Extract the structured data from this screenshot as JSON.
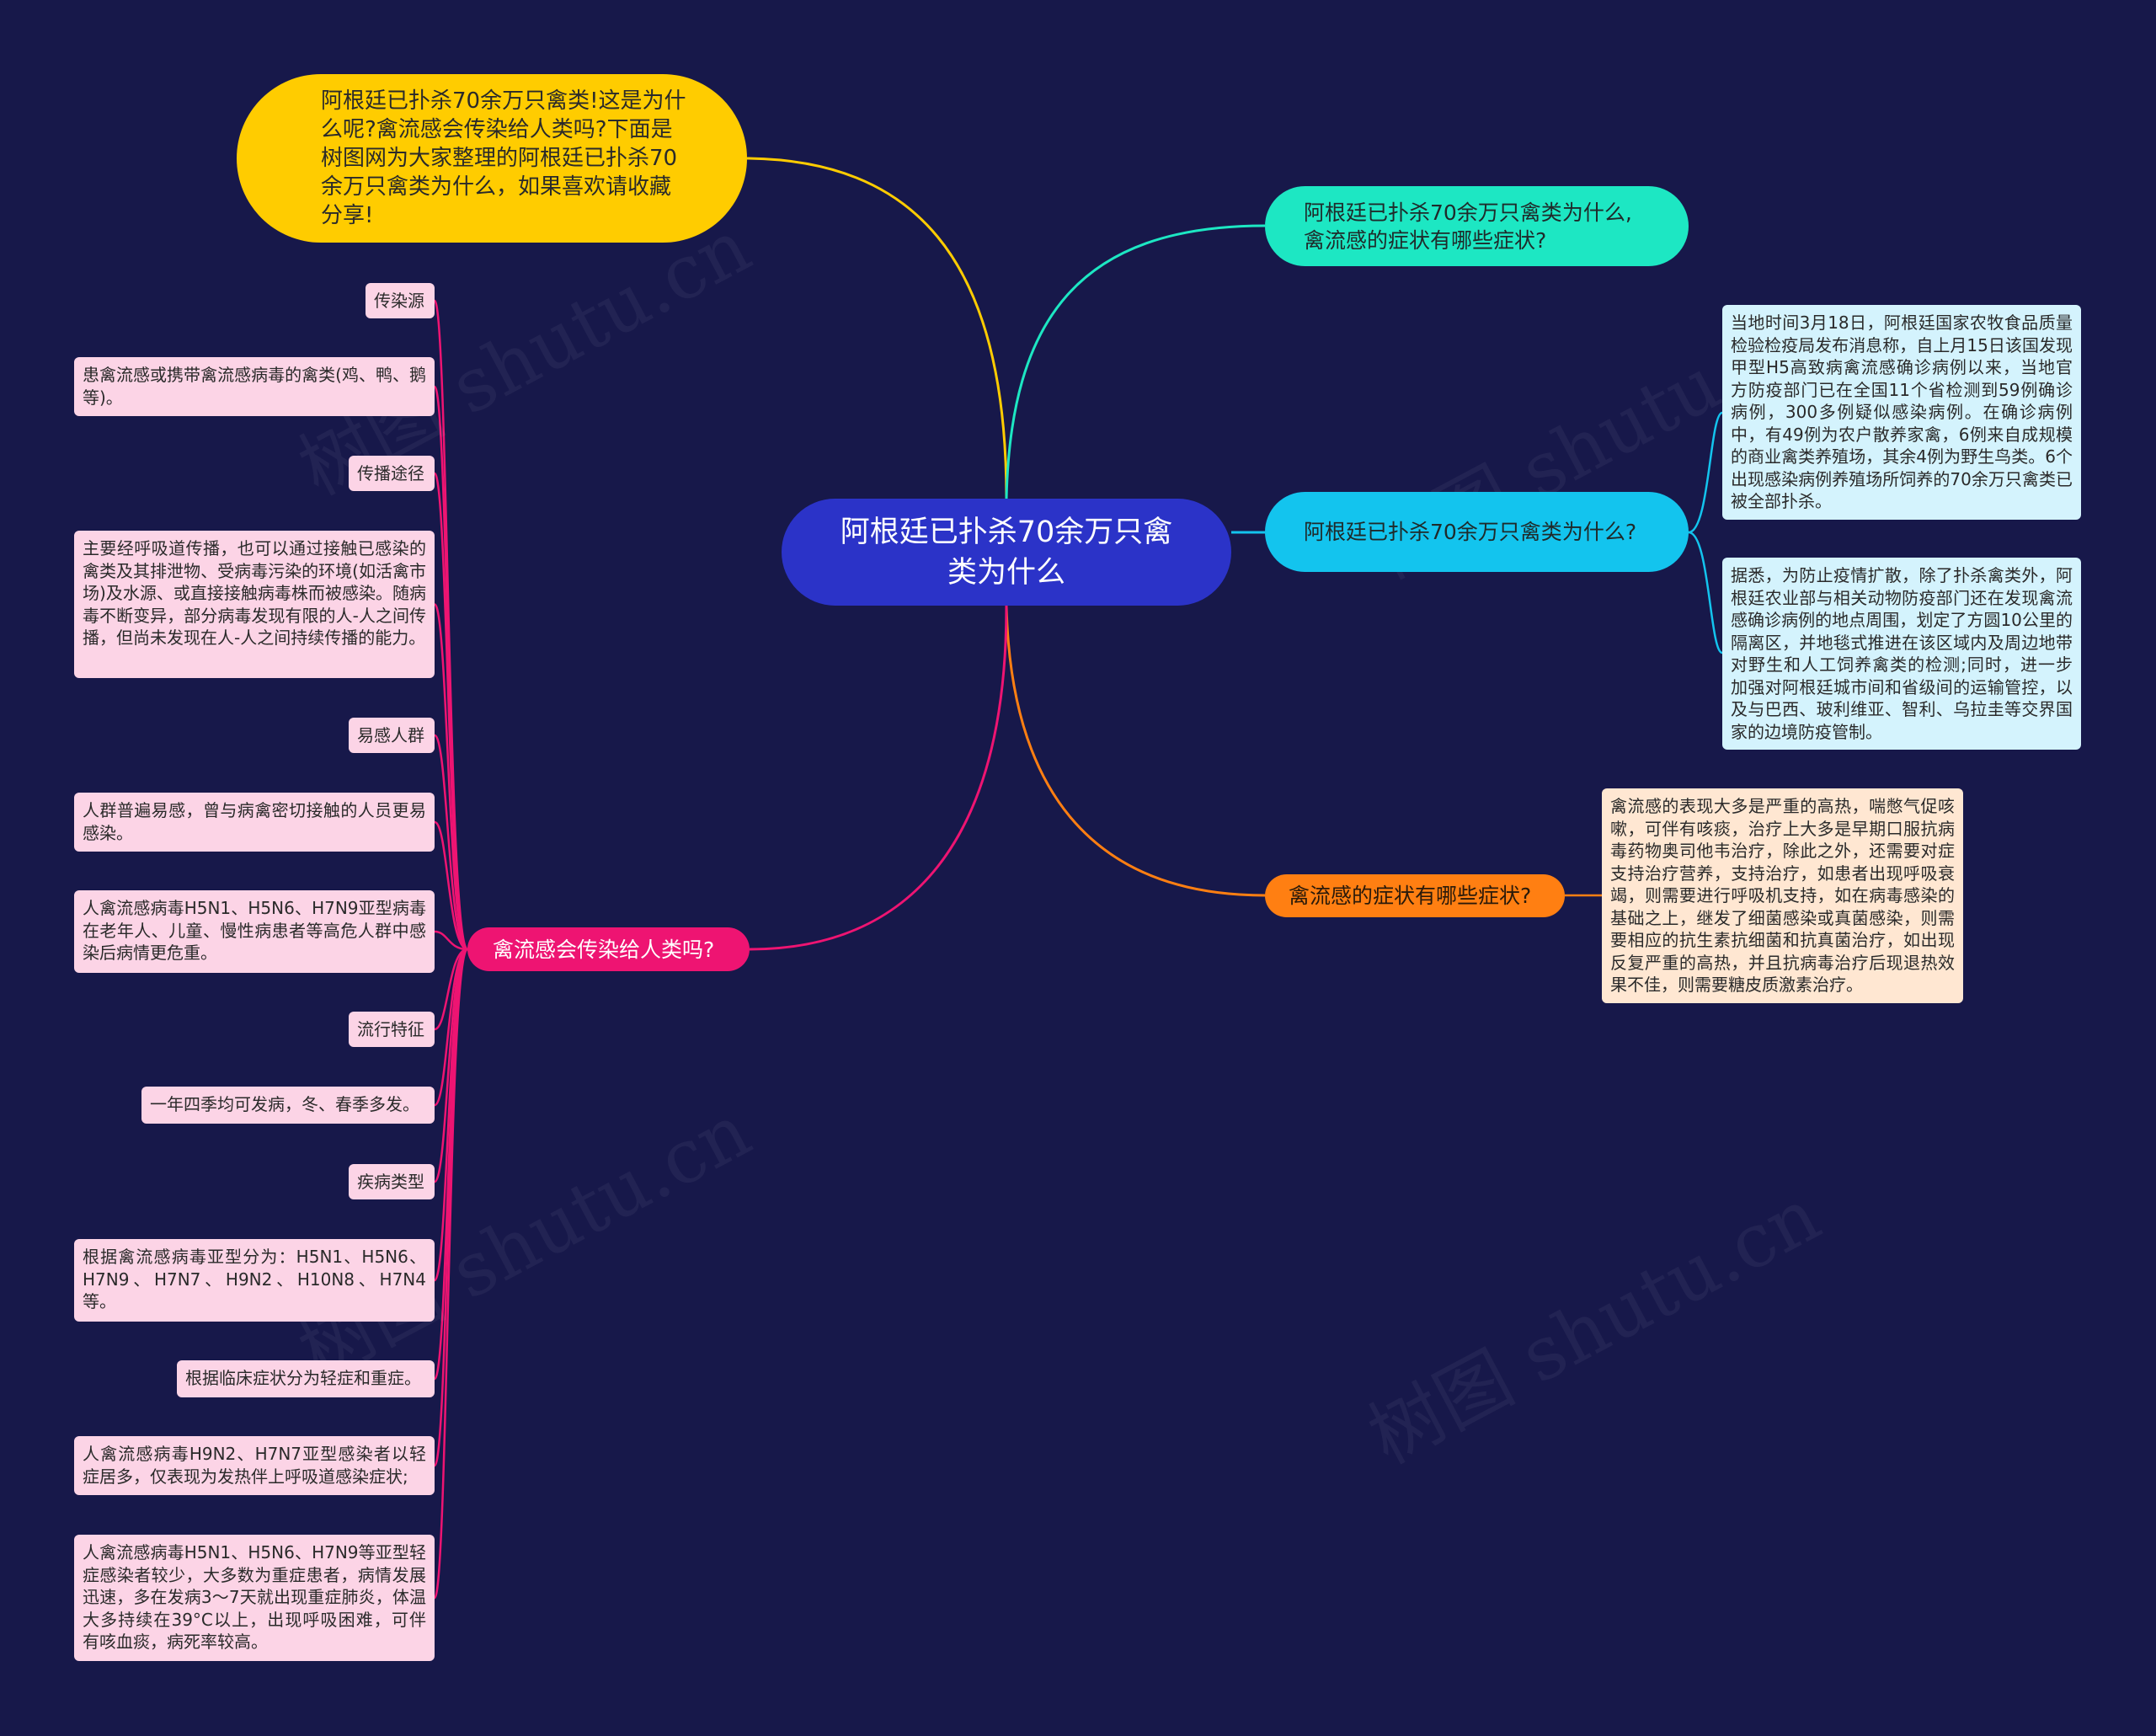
{
  "root": {
    "title": "阿根廷已扑杀70余万只禽类为什么"
  },
  "intro": {
    "text": "阿根廷已扑杀70余万只禽类!这是为什么呢?禽流感会传染给人类吗?下面是树图网为大家整理的阿根廷已扑杀70余万只禽类为什么，如果喜欢请收藏分享!"
  },
  "branch_symptoms_q": {
    "label": "阿根廷已扑杀70余万只禽类为什么,禽流感的症状有哪些症状?"
  },
  "branch_why": {
    "label": "阿根廷已扑杀70余万只禽类为什么?",
    "details": [
      "当地时间3月18日，阿根廷国家农牧食品质量检验检疫局发布消息称，自上月15日该国发现甲型H5高致病禽流感确诊病例以来，当地官方防疫部门已在全国11个省检测到59例确诊病例，300多例疑似感染病例。在确诊病例中，有49例为农户散养家禽，6例来自成规模的商业禽类养殖场，其余4例为野生鸟类。6个出现感染病例养殖场所饲养的70余万只禽类已被全部扑杀。",
      "据悉，为防止疫情扩散，除了扑杀禽类外，阿根廷农业部与相关动物防疫部门还在发现禽流感确诊病例的地点周围，划定了方圆10公里的隔离区，并地毯式推进在该区域内及周边地带对野生和人工饲养禽类的检测;同时，进一步加强对阿根廷城市间和省级间的运输管控，以及与巴西、玻利维亚、智利、乌拉圭等交界国家的边境防疫管制。"
    ]
  },
  "branch_symptoms": {
    "label": "禽流感的症状有哪些症状?",
    "detail": "禽流感的表现大多是严重的高热，喘憋气促咳嗽，可伴有咳痰，治疗上大多是早期口服抗病毒药物奥司他韦治疗，除此之外，还需要对症支持治疗营养，支持治疗，如患者出现呼吸衰竭，则需要进行呼吸机支持，如在病毒感染的基础之上，继发了细菌感染或真菌感染，则需要相应的抗生素抗细菌和抗真菌治疗，如出现反复严重的高热，并且抗病毒治疗后现退热效果不佳，则需要糖皮质激素治疗。"
  },
  "branch_transmit": {
    "label": "禽流感会传染给人类吗?",
    "items": [
      "传染源",
      "患禽流感或携带禽流感病毒的禽类(鸡、鸭、鹅等)。",
      "传播途径",
      "主要经呼吸道传播，也可以通过接触已感染的禽类及其排泄物、受病毒污染的环境(如活禽市场)及水源、或直接接触病毒株而被感染。随病毒不断变异，部分病毒发现有限的人-人之间传播，但尚未发现在人-人之间持续传播的能力。",
      "易感人群",
      "人群普遍易感，曾与病禽密切接触的人员更易感染。",
      "人禽流感病毒H5N1、H5N6、H7N9亚型病毒在老年人、儿童、慢性病患者等高危人群中感染后病情更危重。",
      "流行特征",
      "一年四季均可发病，冬、春季多发。",
      "疾病类型",
      "根据禽流感病毒亚型分为：H5N1、H5N6、H7N9、H7N7、H9N2、H10N8、H7N4等。",
      "根据临床症状分为轻症和重症。",
      "人禽流感病毒H9N2、H7N7亚型感染者以轻症居多，仅表现为发热伴上呼吸道感染症状;",
      "人禽流感病毒H5N1、H5N6、H7N9等亚型轻症感染者较少，大多数为重症患者，病情发展迅速，多在发病3～7天就出现重症肺炎，体温大多持续在39°C以上，出现呼吸困难，可伴有咳血痰，病死率较高。"
    ]
  },
  "colors": {
    "background": "#17184a",
    "root": "#2b33c8",
    "intro": "#ffcc00",
    "green": "#1de7c3",
    "cyan": "#13c4ee",
    "orange": "#ff7f12",
    "pink": "#ee1472"
  }
}
